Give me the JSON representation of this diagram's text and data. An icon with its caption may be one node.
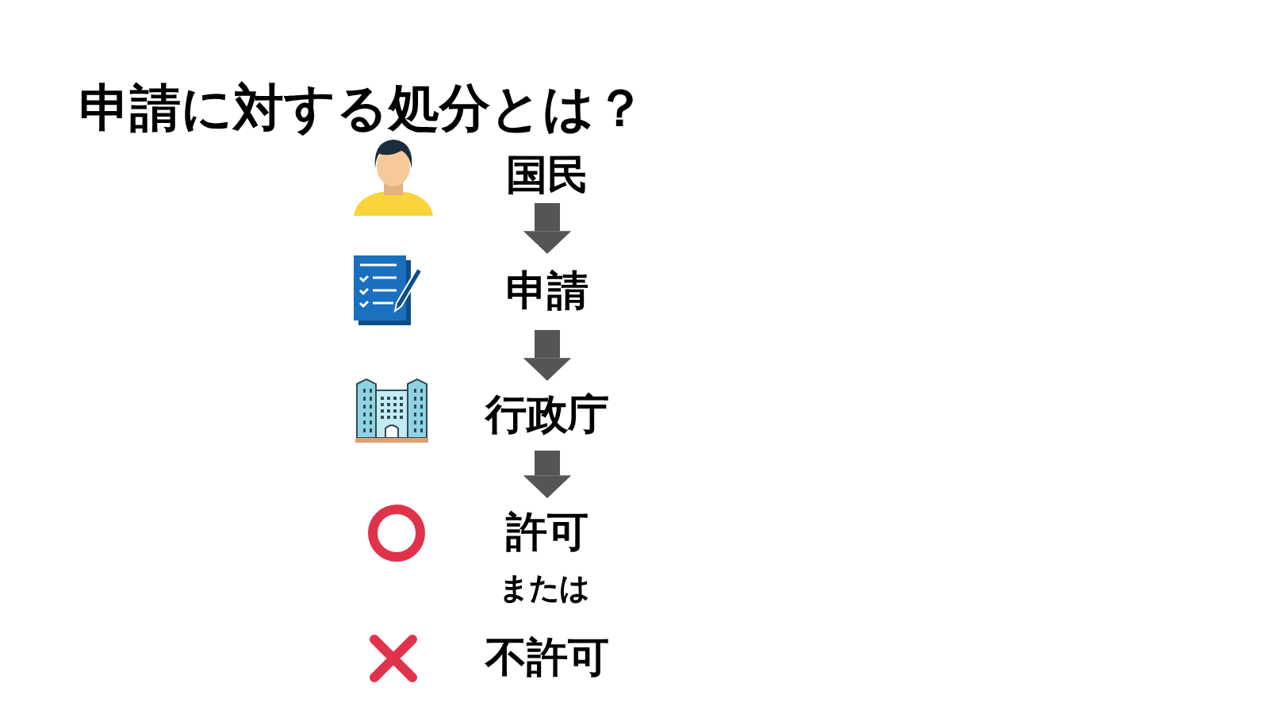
{
  "diagram": {
    "title": "申請に対する処分とは？",
    "nodes": [
      {
        "text": [
          "国民"
        ]
      },
      {
        "text": [
          "申請"
        ]
      },
      {
        "text": [
          "行政庁"
        ]
      },
      {
        "text": [
          "許可"
        ]
      },
      {
        "text": [
          "不許可"
        ]
      }
    ],
    "edges": [
      {
        "from": 0,
        "to": 1,
        "arrow": "to"
      },
      {
        "from": 1,
        "to": 2,
        "arrow": "to"
      },
      {
        "from": 2,
        "to": 3,
        "arrow": "to"
      }
    ],
    "labels": [
      "または"
    ]
  }
}
